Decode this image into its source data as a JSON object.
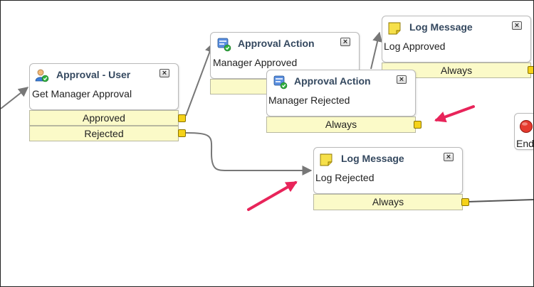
{
  "nodes": {
    "approval_user": {
      "title": "Approval - User",
      "subtitle": "Get Manager Approval",
      "icon": "user-approval-icon",
      "ports": [
        "Approved",
        "Rejected"
      ]
    },
    "approval_action_approved": {
      "title": "Approval Action",
      "subtitle": "Manager Approved",
      "icon": "approval-action-icon",
      "ports": [
        ""
      ]
    },
    "approval_action_rejected": {
      "title": "Approval Action",
      "subtitle": "Manager Rejected",
      "icon": "approval-action-icon",
      "ports": [
        "Always"
      ]
    },
    "log_approved": {
      "title": "Log Message",
      "subtitle": "Log Approved",
      "icon": "note-icon",
      "ports": [
        "Always"
      ]
    },
    "log_rejected": {
      "title": "Log Message",
      "subtitle": "Log Rejected",
      "icon": "note-icon",
      "ports": [
        "Always"
      ]
    },
    "end": {
      "title": "End",
      "icon": "stop-icon"
    }
  },
  "close_glyph": "×",
  "colors": {
    "port_fill": "#fbfac8",
    "handle": "#f5d21a",
    "title": "#34485f",
    "annotation_arrow": "#e8245a"
  }
}
